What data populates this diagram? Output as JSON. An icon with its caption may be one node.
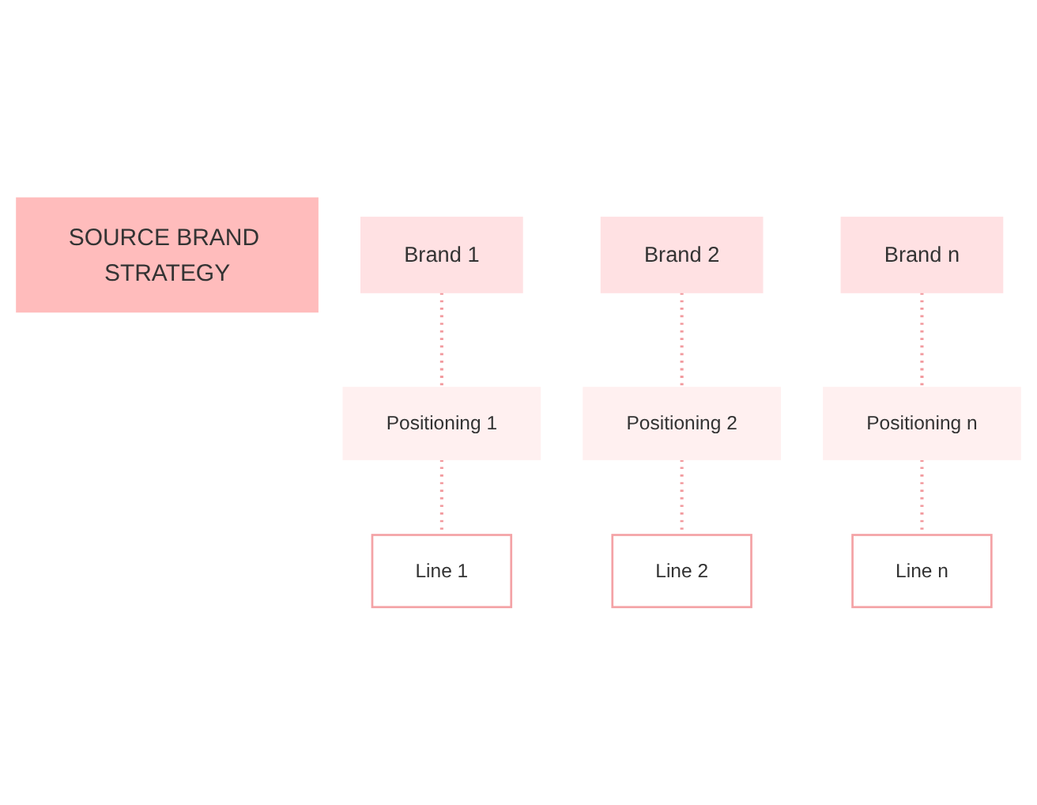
{
  "diagram": {
    "nodes": [
      {
        "text": [
          "SOURCE BRAND STRATEGY"
        ]
      },
      {
        "text": [
          "Brand 1"
        ]
      },
      {
        "text": [
          "Brand 2"
        ]
      },
      {
        "text": [
          "Brand n"
        ]
      },
      {
        "text": [
          "Positioning 1"
        ]
      },
      {
        "text": [
          "Positioning 2"
        ]
      },
      {
        "text": [
          "Positioning n"
        ]
      },
      {
        "text": [
          "Line 1"
        ]
      },
      {
        "text": [
          "Line 2"
        ]
      },
      {
        "text": [
          "Line n"
        ]
      }
    ],
    "edges": [
      {
        "from": 1,
        "to": 4,
        "arrow": "none",
        "style": "dashed"
      },
      {
        "from": 4,
        "to": 7,
        "arrow": "none",
        "style": "dashed"
      },
      {
        "from": 2,
        "to": 5,
        "arrow": "none",
        "style": "dashed"
      },
      {
        "from": 5,
        "to": 8,
        "arrow": "none",
        "style": "dashed"
      },
      {
        "from": 3,
        "to": 6,
        "arrow": "none",
        "style": "dashed"
      },
      {
        "from": 6,
        "to": 9,
        "arrow": "none",
        "style": "dashed"
      }
    ]
  }
}
